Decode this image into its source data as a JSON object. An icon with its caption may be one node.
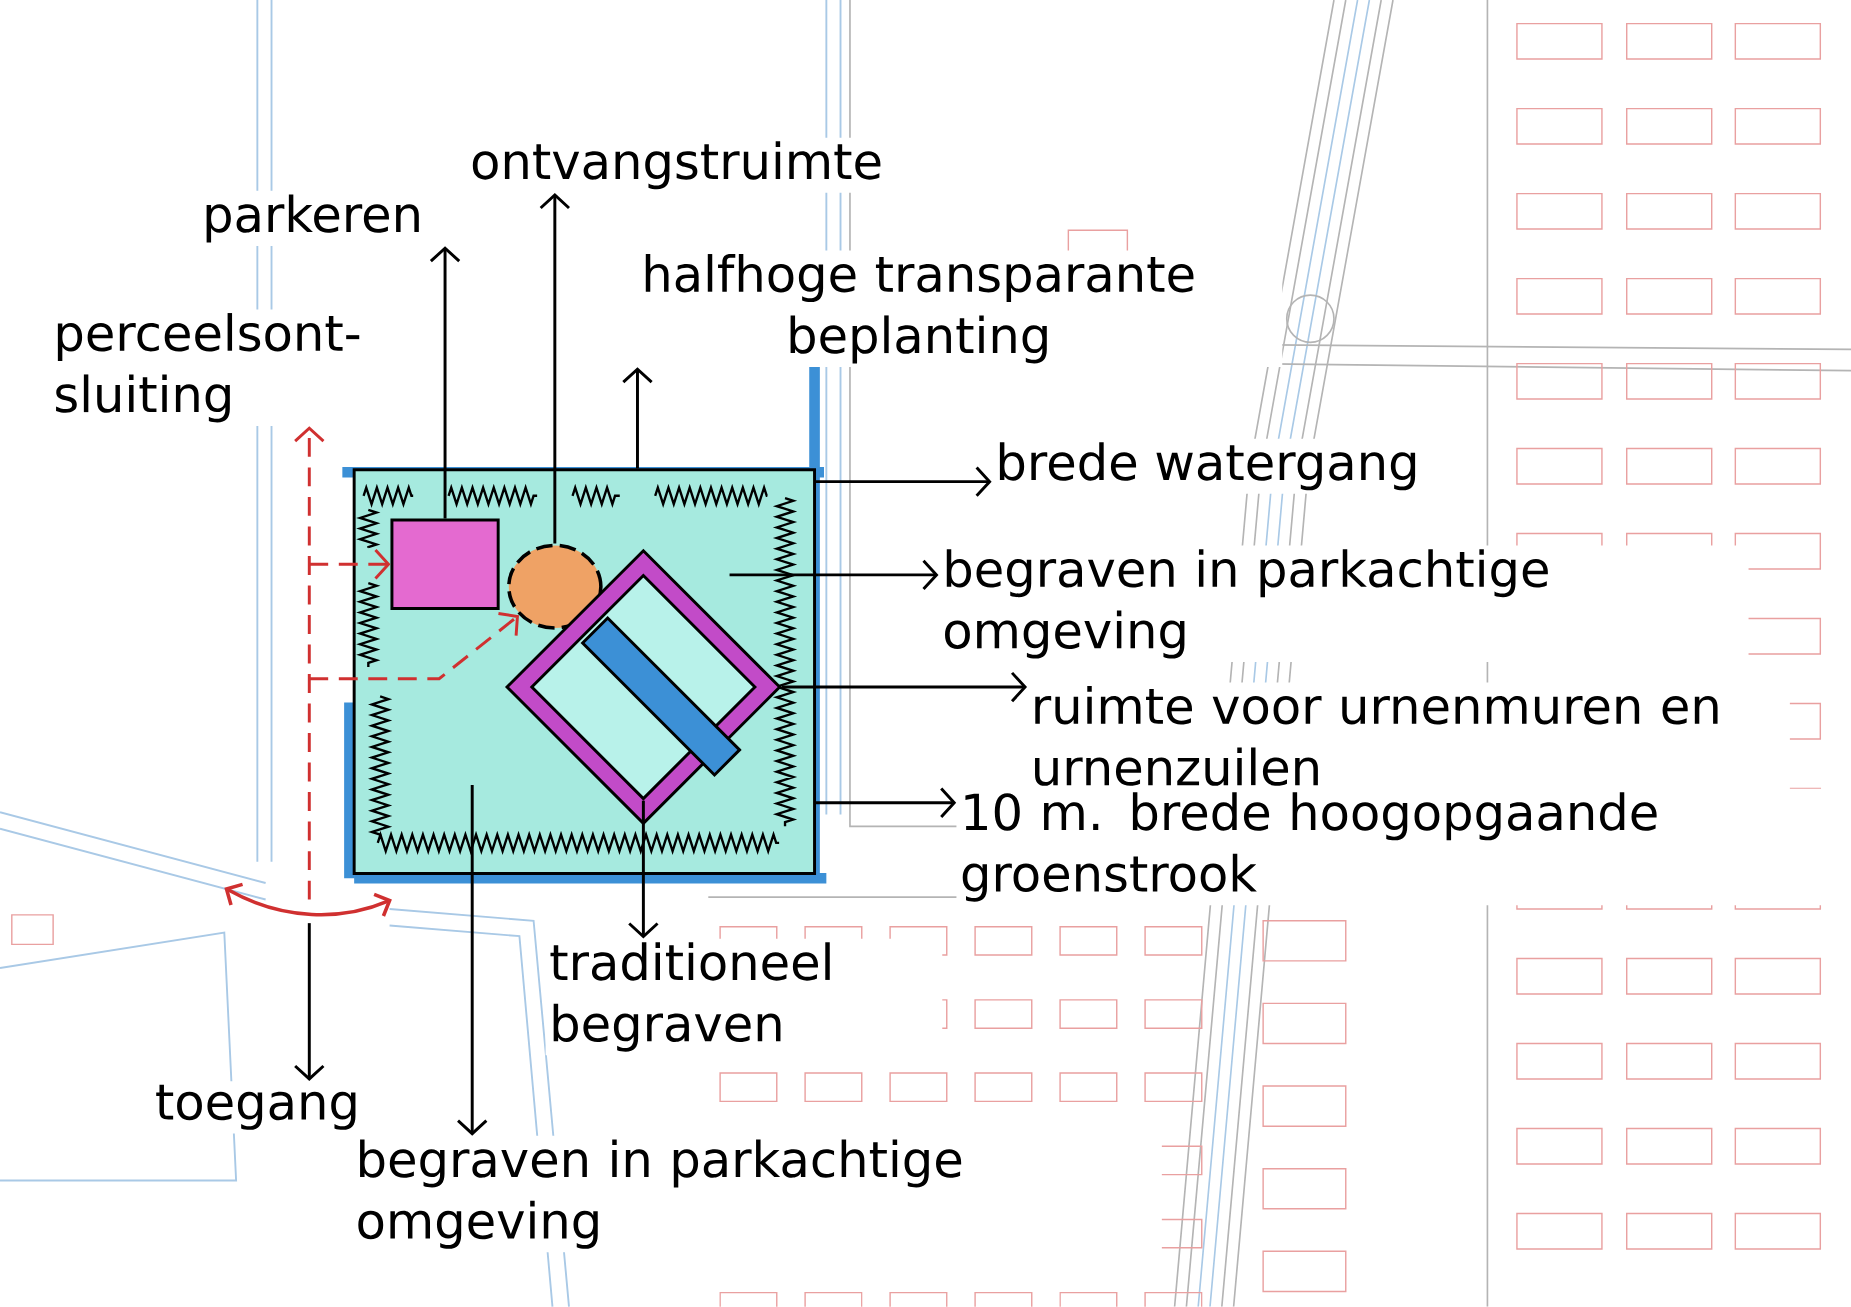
{
  "diagram": {
    "nodes": [
      {
        "text": [
          "ontvangstruimte"
        ]
      },
      {
        "text": [
          "parkeren"
        ]
      },
      {
        "text": [
          "perceelsont- sluiting"
        ]
      },
      {
        "text": [
          "halfhoge transparante beplanting"
        ]
      },
      {
        "text": [
          "brede watergang"
        ]
      },
      {
        "text": [
          "begraven in parkachtige omgeving"
        ]
      },
      {
        "text": [
          "ruimte voor urnenmuren en urnenzuilen"
        ]
      },
      {
        "text": [
          "10 m. brede hoogopgaande groenstrook"
        ]
      },
      {
        "text": [
          "traditioneel begraven"
        ]
      },
      {
        "text": [
          "toegang"
        ]
      },
      {
        "text": [
          "begraven in parkachtige omgeving"
        ]
      },
      {
        "text": [],
        "shape": "box"
      },
      {
        "text": [],
        "shape": "box",
        "in": 11
      },
      {
        "text": [],
        "shape": "ellipse",
        "in": 11
      },
      {
        "text": [],
        "shape": "diamond",
        "in": 11
      },
      {
        "text": [],
        "shape": "diamond",
        "in": 14
      },
      {
        "text": [],
        "shape": "bar",
        "in": 15
      }
    ],
    "edges": [
      {
        "from": 13,
        "to": 0,
        "arrow": "to"
      },
      {
        "from": 12,
        "to": 1,
        "arrow": "to"
      },
      {
        "from": 11,
        "to": 3,
        "arrow": "to"
      },
      {
        "from": 11,
        "to": 4,
        "arrow": "to"
      },
      {
        "from": 11,
        "to": 5,
        "arrow": "to"
      },
      {
        "from": 14,
        "to": 6,
        "arrow": "to"
      },
      {
        "from": 11,
        "to": 7,
        "arrow": "to"
      },
      {
        "from": 15,
        "to": 8,
        "arrow": "to"
      },
      {
        "from": null,
        "to": 10,
        "arrow": "to"
      },
      {
        "from": null,
        "to": 9,
        "arrow": "to"
      },
      {
        "from": null,
        "to": 2,
        "arrow": "to",
        "style": "dashed",
        "color": "#d03030"
      },
      {
        "from": null,
        "to": 12,
        "arrow": "to",
        "style": "dashed",
        "color": "#d03030"
      },
      {
        "from": null,
        "to": 13,
        "arrow": "to",
        "style": "dashed",
        "color": "#d03030"
      }
    ]
  }
}
